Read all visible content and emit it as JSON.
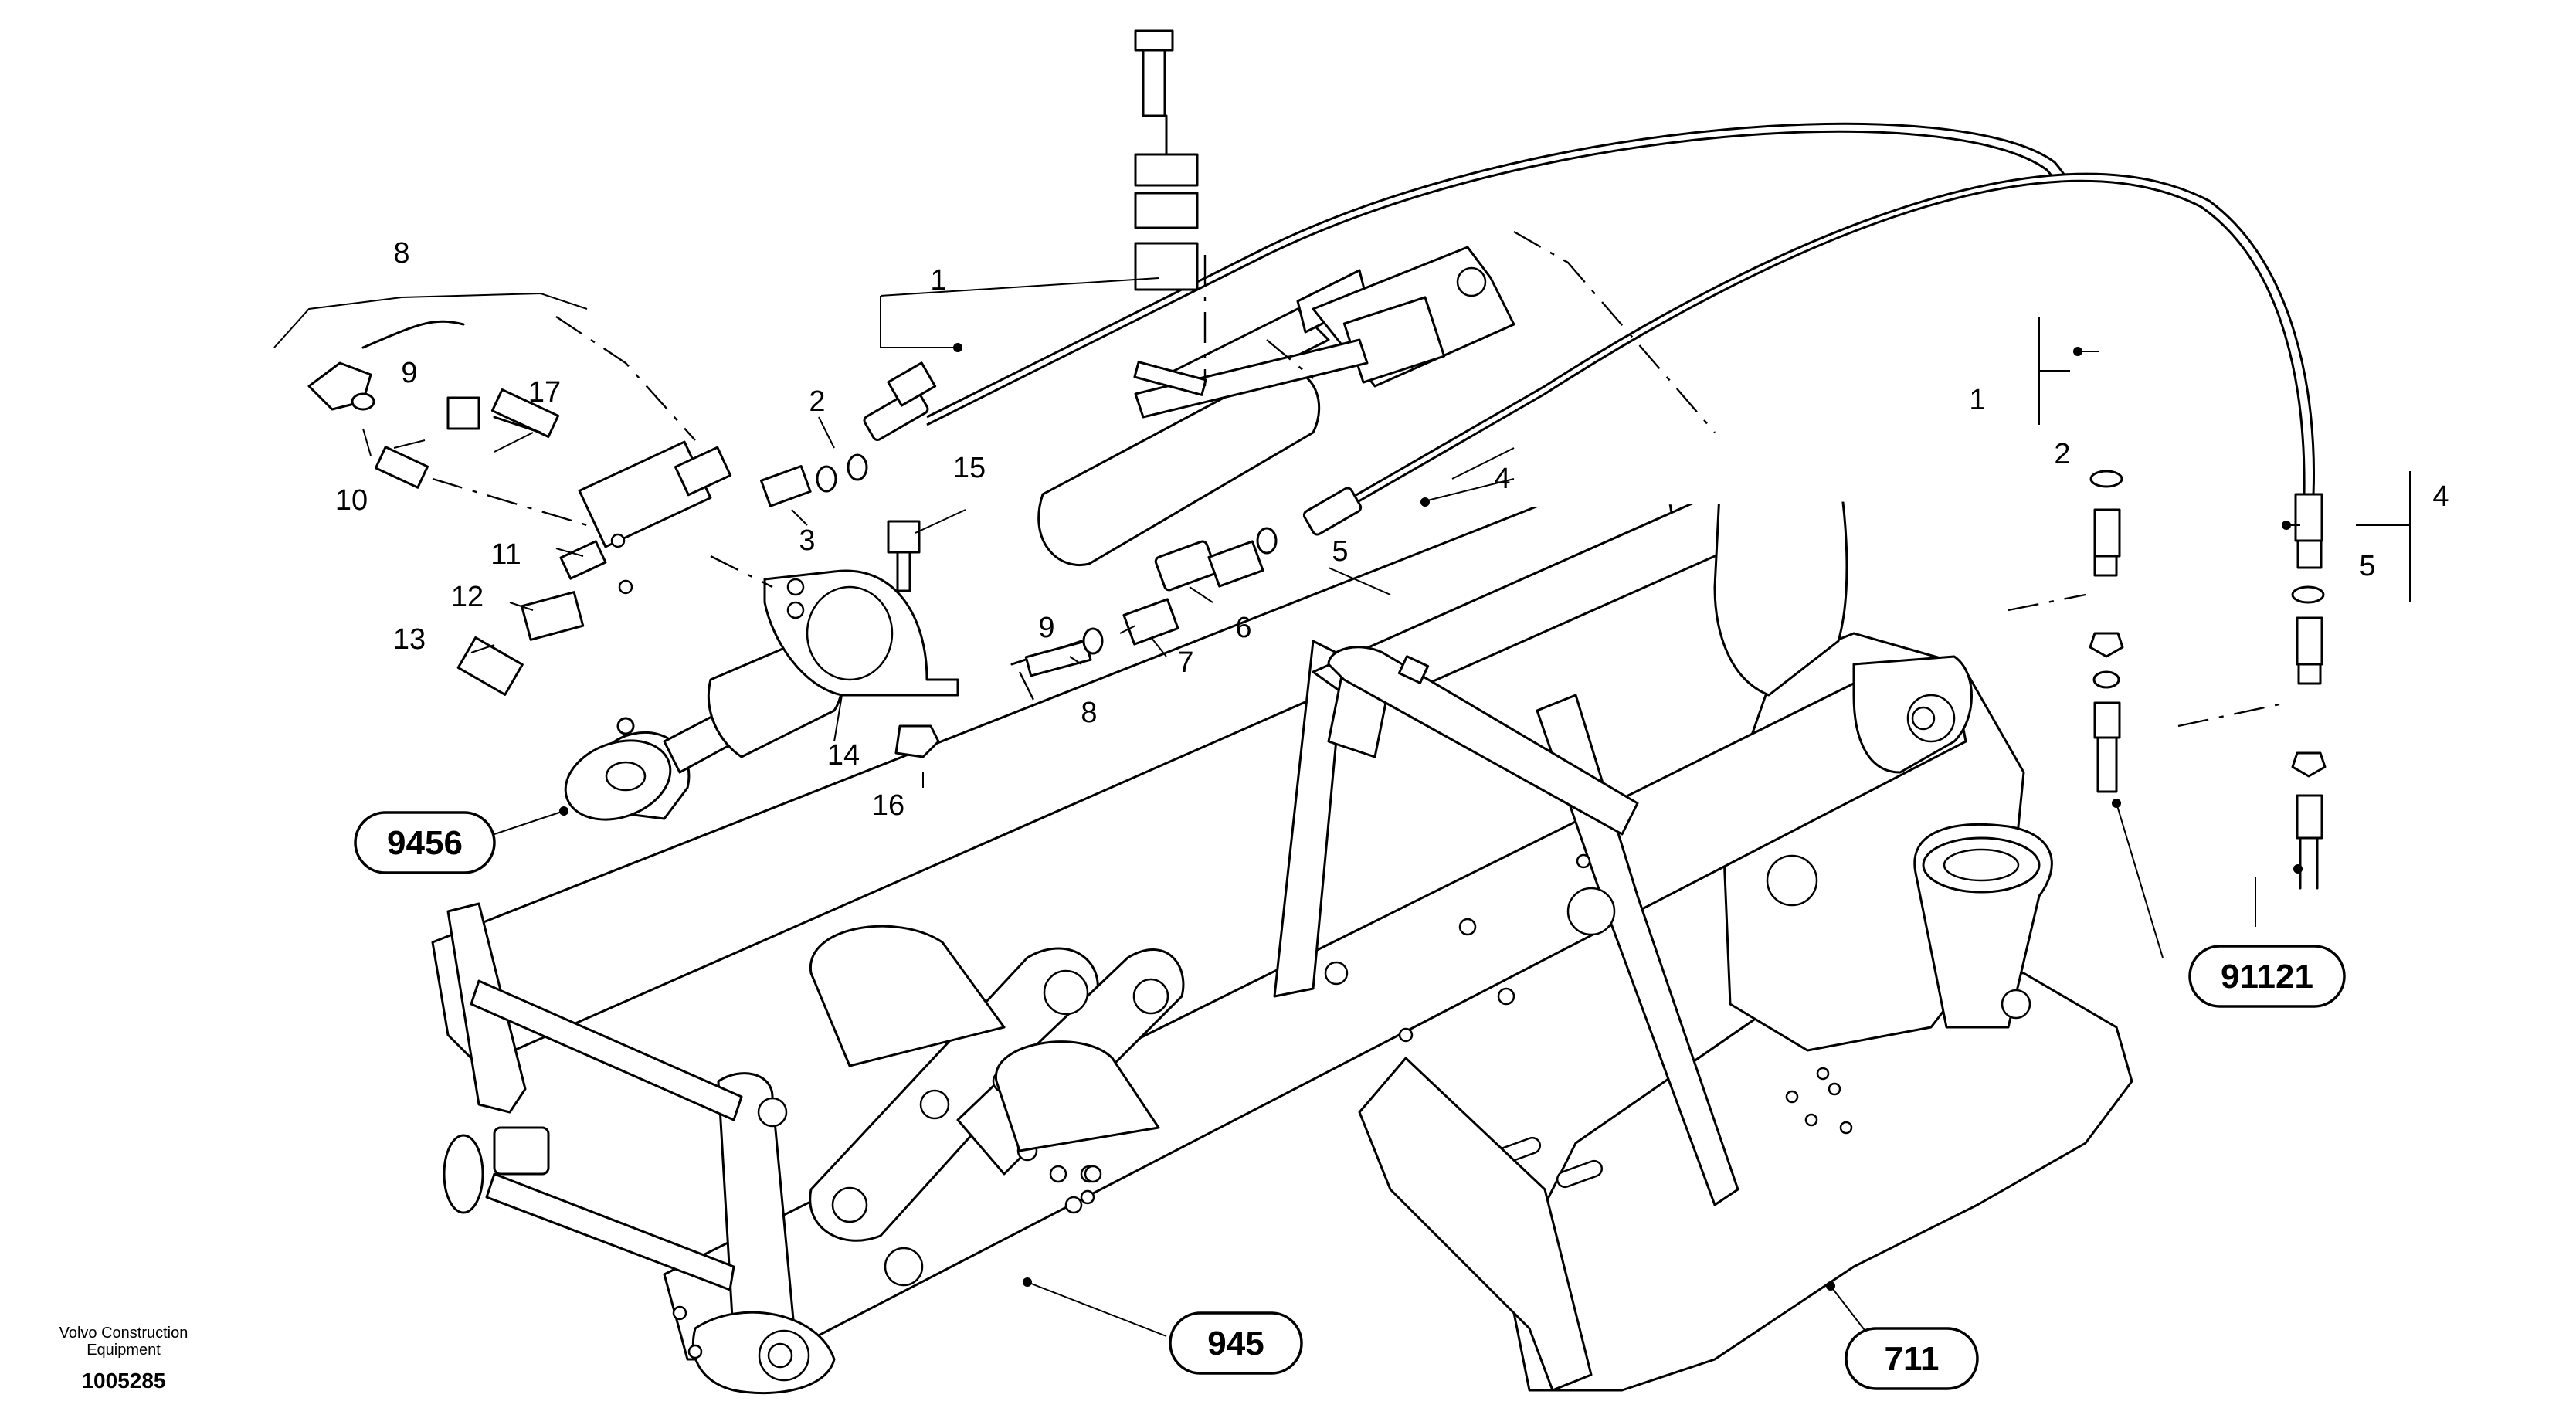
{
  "callouts": [
    "1",
    "2",
    "3",
    "4",
    "5",
    "6",
    "7",
    "8",
    "9",
    "10",
    "11",
    "12",
    "13",
    "14",
    "15",
    "16",
    "17"
  ],
  "right_callouts": {
    "hose_a": "1",
    "ring_a": "2",
    "hose_b": "4",
    "ring_b": "5"
  },
  "references": {
    "cylinder": "9456",
    "front_frame": "945",
    "rear_frame": "711",
    "hoses": "91121"
  },
  "footer": {
    "brand_line1": "Volvo Construction",
    "brand_line2": "Equipment",
    "doc_number": "1005285"
  }
}
